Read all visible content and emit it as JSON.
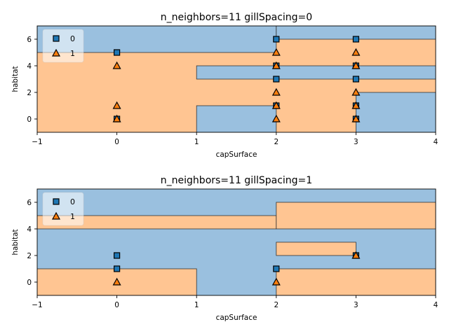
{
  "chart_data": [
    {
      "type": "scatter",
      "title": "n_neighbors=11 gillSpacing=0",
      "xlabel": "capSurface",
      "ylabel": "habitat",
      "xlim": [
        -1,
        4
      ],
      "ylim": [
        -1,
        7
      ],
      "xticks": [
        -1,
        0,
        1,
        2,
        3,
        4
      ],
      "yticks": [
        0,
        2,
        4,
        6
      ],
      "legend_position": "upper-left",
      "class_colors": {
        "0": "#1f77b4",
        "1": "#ff7f0e"
      },
      "region_colors": {
        "0": "#9ac0df",
        "1": "#ffc592"
      },
      "decision_regions": [
        {
          "class": "1",
          "x": [
            -1,
            4
          ],
          "y": [
            -1,
            7
          ]
        },
        {
          "class": "0",
          "x": [
            -1,
            2
          ],
          "y": [
            5,
            7
          ]
        },
        {
          "class": "0",
          "x": [
            2,
            4
          ],
          "y": [
            6,
            7
          ]
        },
        {
          "class": "0",
          "x": [
            1,
            4
          ],
          "y": [
            3,
            4
          ]
        },
        {
          "class": "0",
          "x": [
            3,
            4
          ],
          "y": [
            -1,
            2
          ]
        },
        {
          "class": "0",
          "x": [
            1,
            2
          ],
          "y": [
            -1,
            1
          ]
        }
      ],
      "series": [
        {
          "name": "0",
          "marker": "square",
          "points": [
            [
              0,
              5
            ],
            [
              0,
              0
            ],
            [
              2,
              6
            ],
            [
              2,
              4
            ],
            [
              2,
              3
            ],
            [
              2,
              1
            ],
            [
              3,
              6
            ],
            [
              3,
              4
            ],
            [
              3,
              3
            ],
            [
              3,
              1
            ],
            [
              3,
              0
            ]
          ]
        },
        {
          "name": "1",
          "marker": "triangle",
          "points": [
            [
              0,
              4
            ],
            [
              0,
              1
            ],
            [
              0,
              0
            ],
            [
              2,
              5
            ],
            [
              2,
              4
            ],
            [
              2,
              2
            ],
            [
              2,
              1
            ],
            [
              2,
              0
            ],
            [
              3,
              5
            ],
            [
              3,
              4
            ],
            [
              3,
              2
            ],
            [
              3,
              1
            ],
            [
              3,
              0
            ]
          ]
        }
      ]
    },
    {
      "type": "scatter",
      "title": "n_neighbors=11 gillSpacing=1",
      "xlabel": "capSurface",
      "ylabel": "habitat",
      "xlim": [
        -1,
        4
      ],
      "ylim": [
        -1,
        7
      ],
      "xticks": [
        -1,
        0,
        1,
        2,
        3,
        4
      ],
      "yticks": [
        0,
        2,
        4,
        6
      ],
      "legend_position": "upper-left",
      "class_colors": {
        "0": "#1f77b4",
        "1": "#ff7f0e"
      },
      "region_colors": {
        "0": "#9ac0df",
        "1": "#ffc592"
      },
      "decision_regions": [
        {
          "class": "0",
          "x": [
            -1,
            4
          ],
          "y": [
            -1,
            7
          ]
        },
        {
          "class": "1",
          "x": [
            -1,
            2
          ],
          "y": [
            4,
            5
          ]
        },
        {
          "class": "1",
          "x": [
            2,
            4
          ],
          "y": [
            4,
            6
          ]
        },
        {
          "class": "1",
          "x": [
            2,
            3
          ],
          "y": [
            2,
            3
          ]
        },
        {
          "class": "1",
          "x": [
            -1,
            1
          ],
          "y": [
            -1,
            1
          ]
        },
        {
          "class": "1",
          "x": [
            2,
            4
          ],
          "y": [
            -1,
            1
          ]
        }
      ],
      "series": [
        {
          "name": "0",
          "marker": "square",
          "points": [
            [
              0,
              2
            ],
            [
              0,
              1
            ],
            [
              2,
              1
            ],
            [
              3,
              2
            ]
          ]
        },
        {
          "name": "1",
          "marker": "triangle",
          "points": [
            [
              0,
              0
            ],
            [
              2,
              0
            ],
            [
              3,
              2
            ]
          ]
        }
      ]
    }
  ]
}
